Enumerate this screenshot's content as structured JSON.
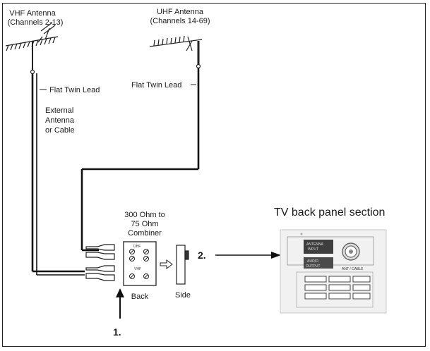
{
  "vhf_antenna": {
    "title": "VHF Antenna",
    "channels": "(Channels 2-13)"
  },
  "uhf_antenna": {
    "title": "UHF Antenna",
    "channels": "(Channels 14-69)"
  },
  "lead_labels": {
    "left": "Flat Twin Lead",
    "right": "Flat Twin Lead"
  },
  "external_note": [
    "External",
    "Antenna",
    "or Cable"
  ],
  "combiner": {
    "label": [
      "300 Ohm to",
      "75 Ohm",
      "Combiner"
    ],
    "uhf_port": "UHF",
    "vhf_port": "VHF",
    "back_label": "Back",
    "side_label": "Side"
  },
  "steps": {
    "step1": "1.",
    "step2": "2."
  },
  "tv_panel": {
    "title": "TV back panel section",
    "port_label_1a": "ANTENNA",
    "port_label_1b": "INPUT",
    "port_label_2a": "AUDIO",
    "port_label_2b": "OUTPUT",
    "port_label_3": "ANT / CABLE"
  }
}
